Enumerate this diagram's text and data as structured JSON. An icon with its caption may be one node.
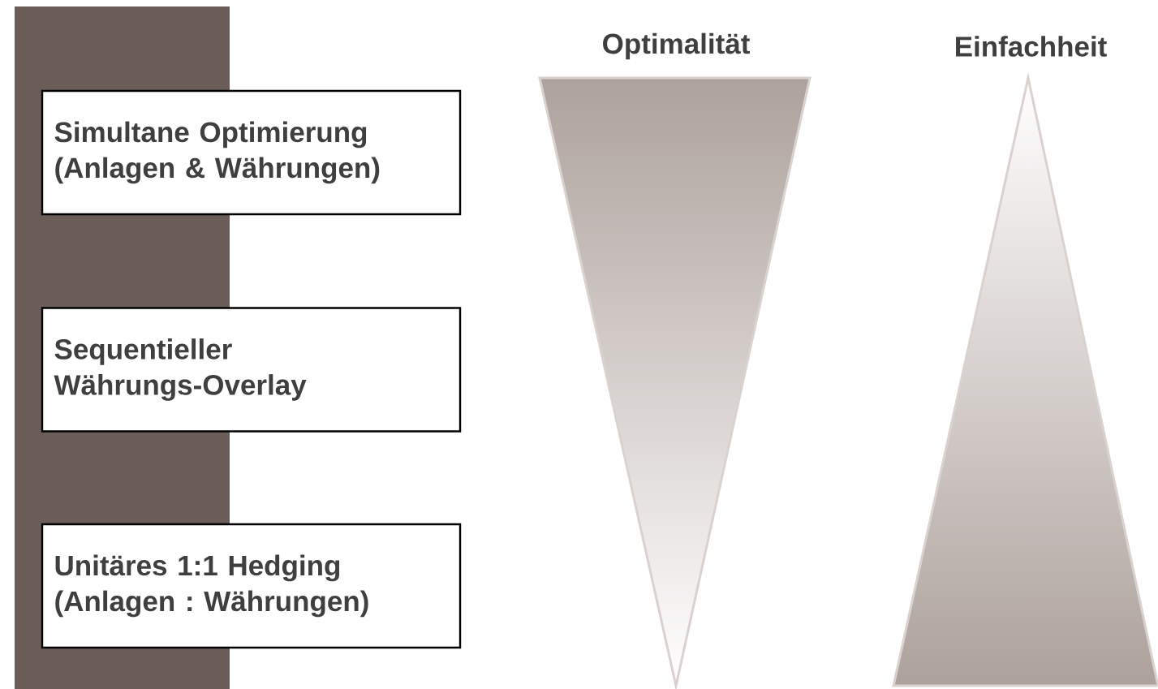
{
  "diagram": {
    "nodes": [
      {
        "text": [],
        "shape": "bar"
      },
      {
        "text": [
          "Simultane Optimierung (Anlagen & Währungen)"
        ]
      },
      {
        "text": [
          "Sequentieller Währungs-Overlay"
        ]
      },
      {
        "text": [
          "Unitäres 1:1 Hedging (Anlagen : Währungen)"
        ]
      },
      {
        "text": [
          "Optimalität"
        ]
      },
      {
        "text": [
          "Einfachheit"
        ]
      }
    ],
    "edges": []
  }
}
